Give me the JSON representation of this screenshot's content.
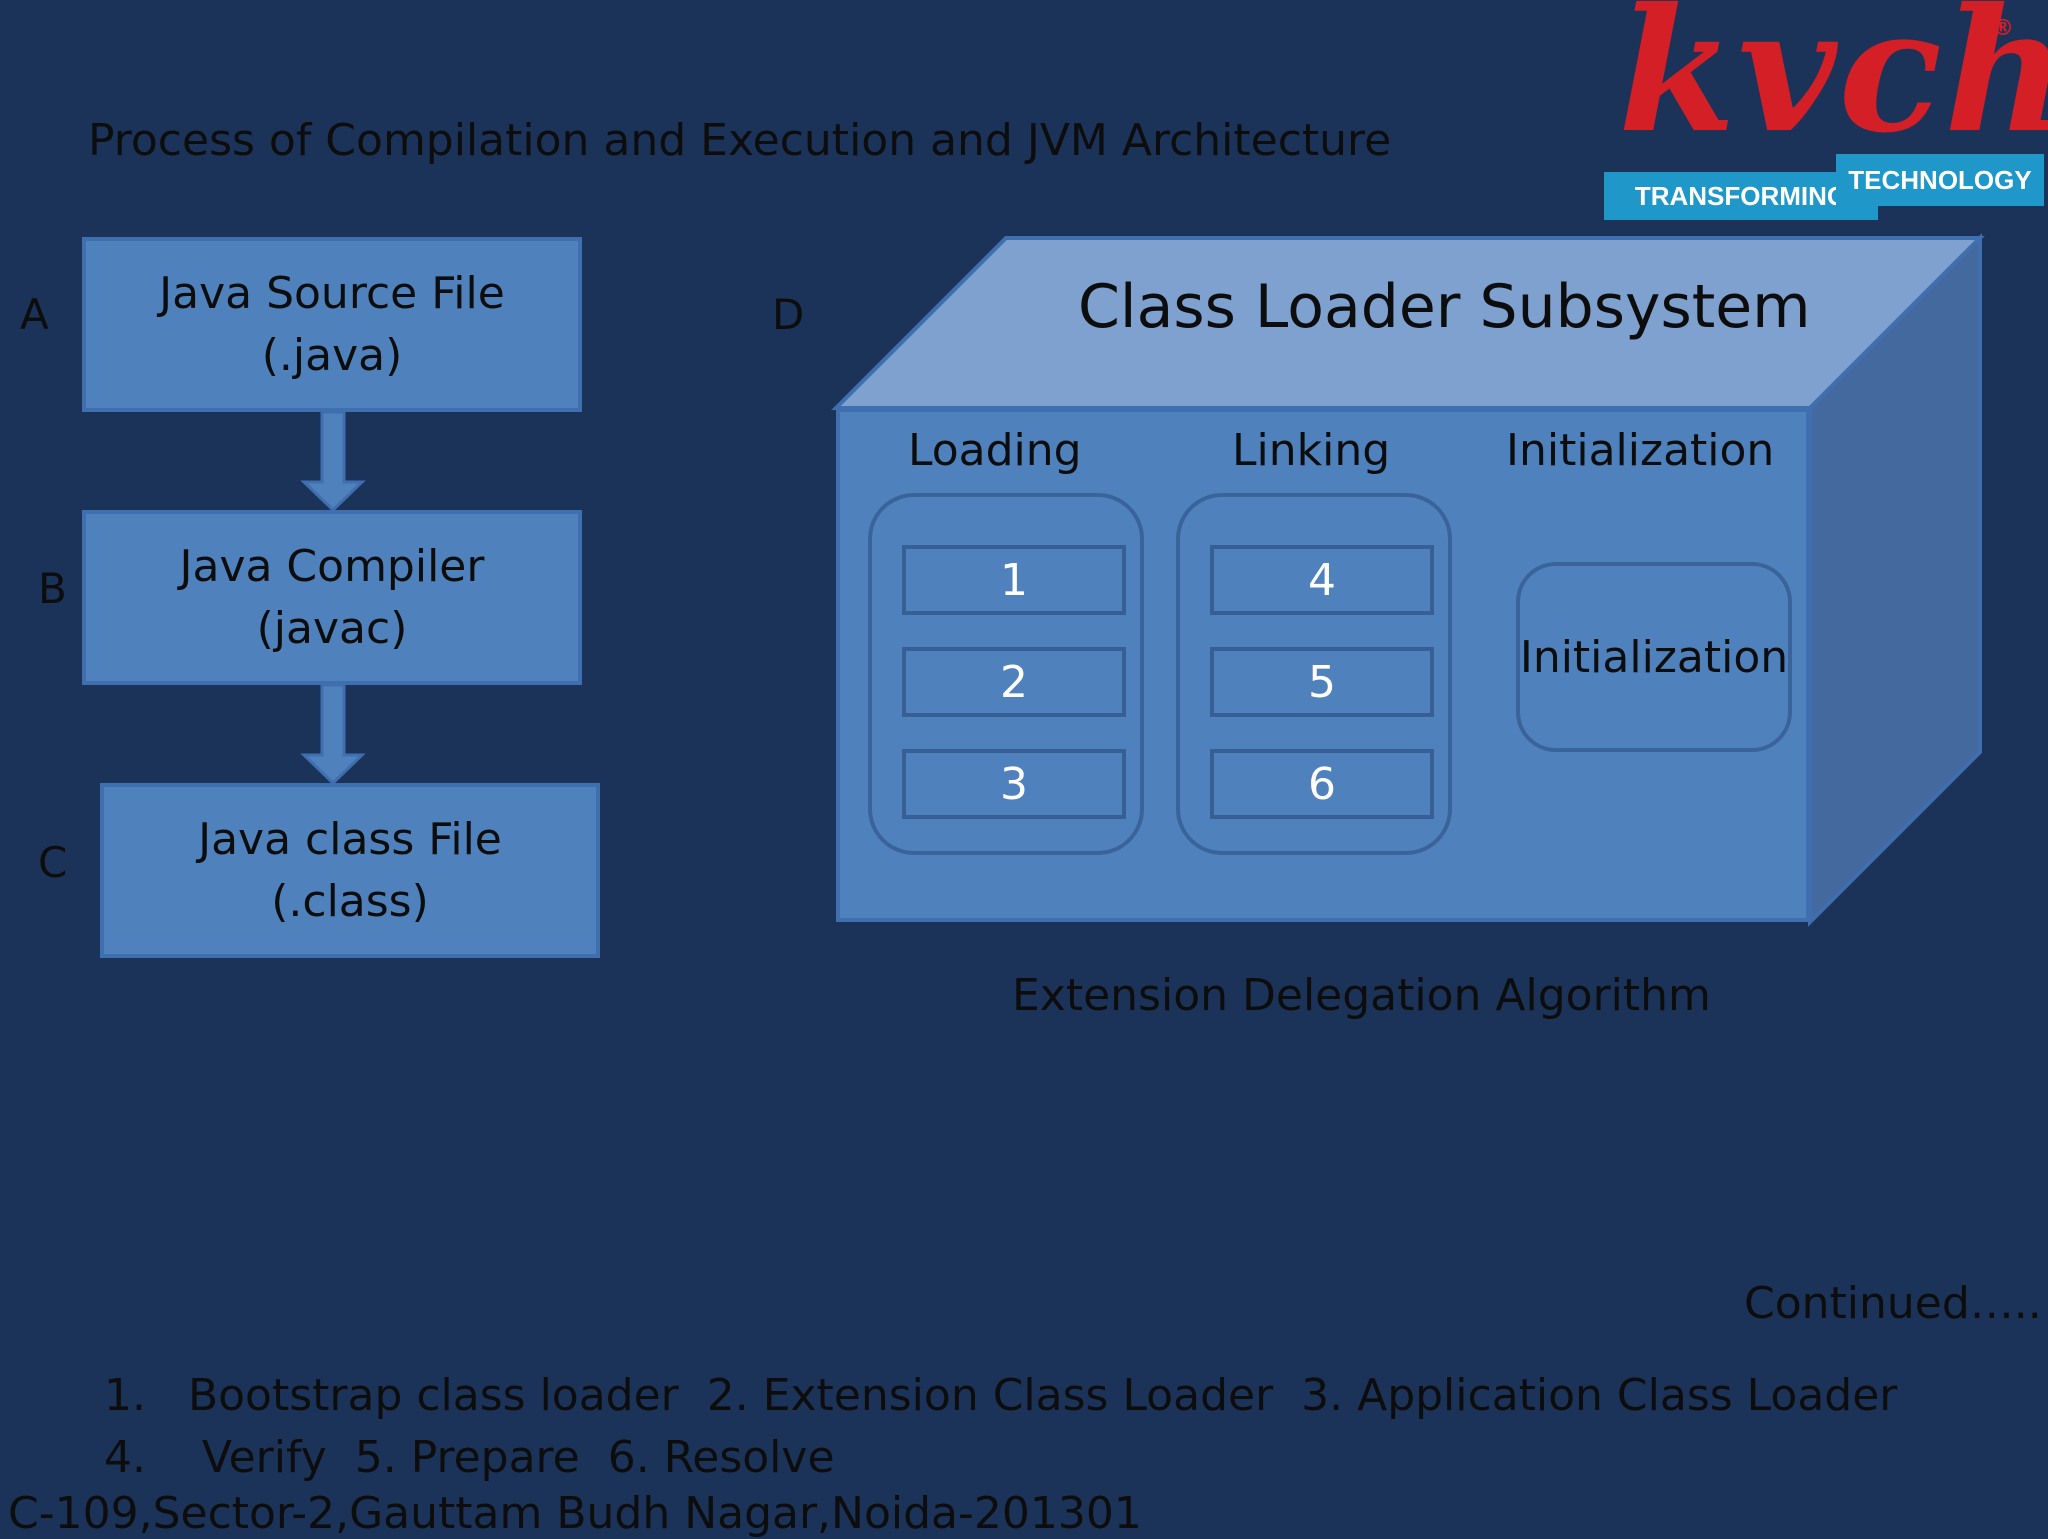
{
  "slide": {
    "title": "Process of Compilation and Execution and JVM Architecture",
    "continued": "Continued…..",
    "address": "C-109,Sector-2,Gauttam Budh Nagar,Noida-201301"
  },
  "logo": {
    "word": "kvch",
    "registered": "®",
    "tag_left": "TRANSFORMING",
    "tag_right": "TECHNOLOGY",
    "colors": {
      "brand_red": "#d41f27",
      "tag_blue": "#1f97c9"
    }
  },
  "flow": {
    "steps": [
      {
        "letter": "A",
        "line1": "Java Source  File",
        "line2": "(.java)"
      },
      {
        "letter": "B",
        "line1": "Java Compiler",
        "line2": "(javac)"
      },
      {
        "letter": "C",
        "line1": "Java class File",
        "line2": "(.class)"
      }
    ]
  },
  "subsystem": {
    "letter": "D",
    "title": "Class Loader Subsystem",
    "columns": {
      "loading": {
        "label": "Loading",
        "items": [
          "1",
          "2",
          "3"
        ]
      },
      "linking": {
        "label": "Linking",
        "items": [
          "4",
          "5",
          "6"
        ]
      },
      "initialization": {
        "label": "Initialization",
        "box": "Initialization"
      }
    },
    "caption": "Extension Delegation Algorithm"
  },
  "legend": {
    "line1": "1.   Bootstrap class loader  2. Extension Class Loader  3. Application Class Loader",
    "line2": "4.    Verify  5. Prepare  6. Resolve"
  },
  "colors": {
    "background": "#1c3359",
    "box_fill": "#4f81bd",
    "cube_top": "#7ea1cf",
    "cube_side": "#44699f"
  }
}
